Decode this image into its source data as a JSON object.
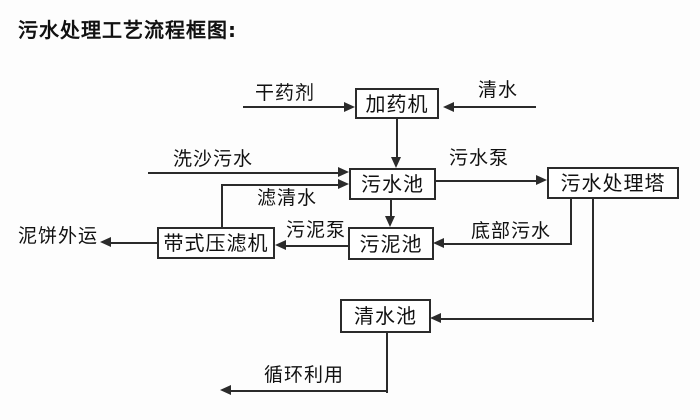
{
  "title": "污水处理工艺流程框图:",
  "nodes": {
    "dosing_machine": {
      "label": "加药机"
    },
    "sewage_pool": {
      "label": "污水池"
    },
    "treatment_tower": {
      "label": "污水处理塔"
    },
    "sludge_pool": {
      "label": "污泥池"
    },
    "belt_filter_press": {
      "label": "带式压滤机"
    },
    "clear_water_pool": {
      "label": "清水池"
    }
  },
  "edge_labels": {
    "dry_chemical": "干药剂",
    "clear_water": "清水",
    "sand_washing_sewage": "洗沙污水",
    "filtered_water": "滤清水",
    "sewage_pump": "污水泵",
    "sludge_pump": "污泥泵",
    "bottom_sewage": "底部污水",
    "mud_cake_out": "泥饼外运",
    "recycling": "循环利用"
  },
  "colors": {
    "line": "#2b2b2b",
    "text": "#111111",
    "background": "#fdfdfd",
    "box_fill": "#ffffff"
  }
}
